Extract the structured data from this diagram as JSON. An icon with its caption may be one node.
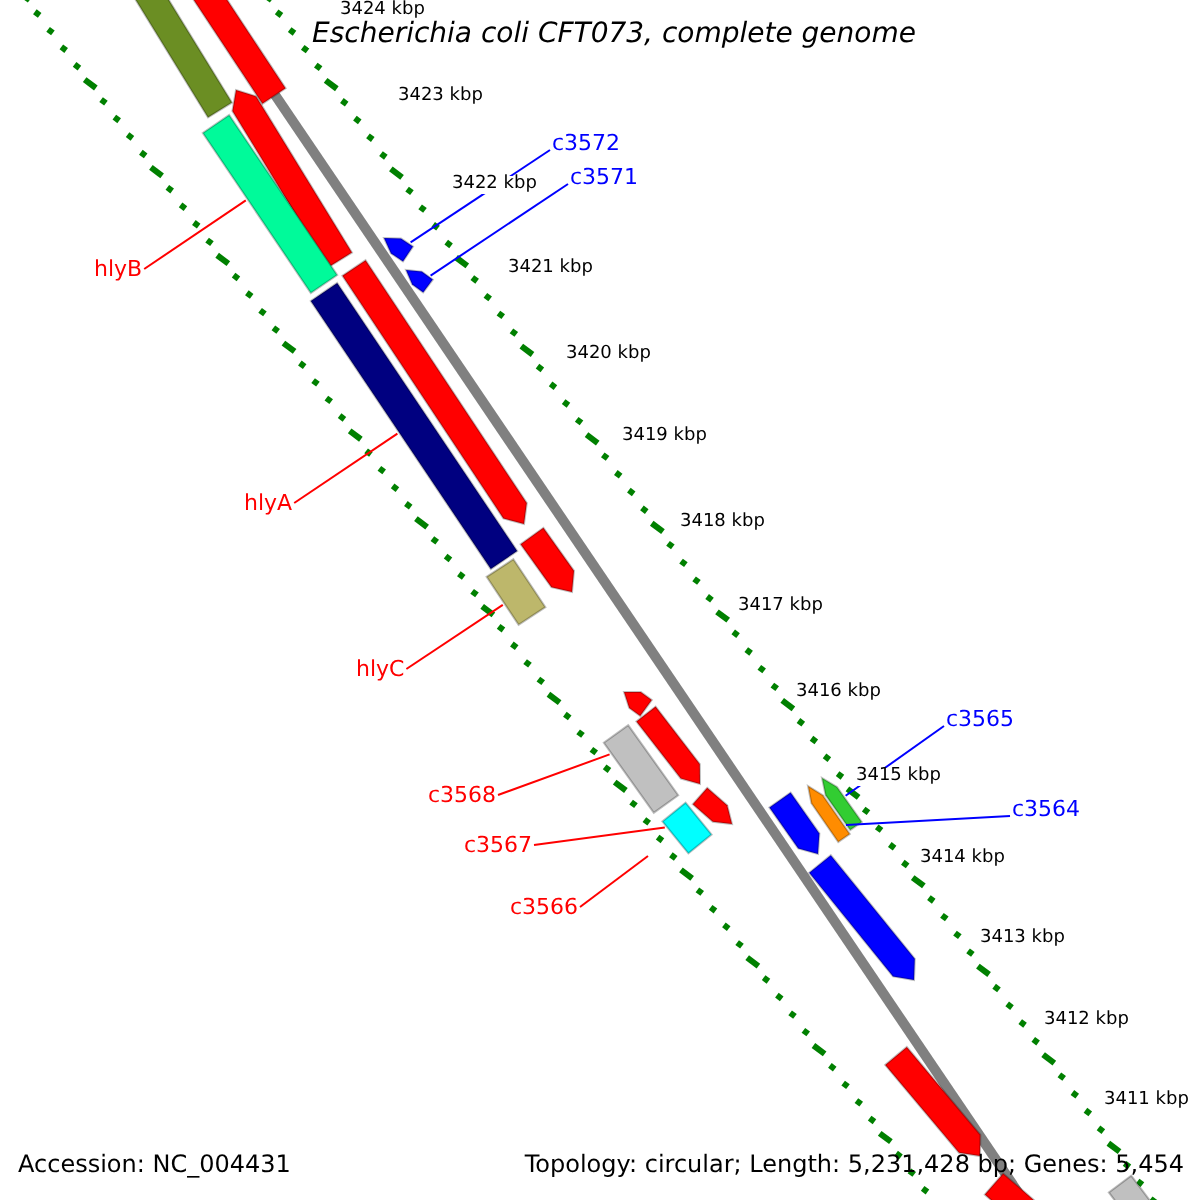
{
  "diagram": {
    "title": "Escherichia coli CFT073, complete genome",
    "nodes": [
      {
        "text": [
          "c3572"
        ]
      },
      {
        "text": [
          "c3571"
        ]
      },
      {
        "text": [
          "hlyB"
        ]
      },
      {
        "text": [
          "hlyA"
        ]
      },
      {
        "text": [
          "hlyC"
        ]
      },
      {
        "text": [
          "c3565"
        ]
      },
      {
        "text": [
          "c3568"
        ]
      },
      {
        "text": [
          "c3564"
        ]
      },
      {
        "text": [
          "c3567"
        ]
      },
      {
        "text": [
          "c3566"
        ]
      },
      {
        "text": [],
        "shape": "box"
      },
      {
        "text": [],
        "shape": "box"
      },
      {
        "text": [],
        "shape": "bar"
      },
      {
        "text": [],
        "shape": "box"
      },
      {
        "text": [],
        "shape": "bar"
      },
      {
        "text": [],
        "shape": "bar"
      },
      {
        "text": [],
        "shape": "bar"
      },
      {
        "text": [],
        "shape": "box"
      },
      {
        "text": [],
        "shape": "bar"
      },
      {
        "text": [],
        "shape": "box"
      },
      {
        "text": [],
        "shape": "bar"
      },
      {
        "text": [],
        "shape": "bar"
      },
      {
        "text": [],
        "shape": "box"
      },
      {
        "text": [],
        "shape": "bar"
      },
      {
        "text": [],
        "shape": "bar"
      },
      {
        "text": [],
        "shape": "bar"
      },
      {
        "text": [],
        "shape": "bar"
      },
      {
        "text": [],
        "shape": "box"
      },
      {
        "text": [],
        "shape": "bar"
      },
      {
        "text": [],
        "shape": "bar"
      },
      {
        "text": [],
        "shape": "box"
      },
      {
        "text": [],
        "shape": "box"
      }
    ],
    "edges": [
      {
        "from": 0,
        "to": 14,
        "arrow": "none",
        "color": "#0000ff"
      },
      {
        "from": 1,
        "to": 15,
        "arrow": "none",
        "color": "#0000ff"
      },
      {
        "from": 2,
        "to": 13,
        "arrow": "none"
      },
      {
        "from": 3,
        "to": 17,
        "arrow": "none"
      },
      {
        "from": 4,
        "to": 19,
        "arrow": "none"
      },
      {
        "from": 5,
        "to": 23,
        "arrow": "none",
        "color": "#0000ff"
      },
      {
        "from": 6,
        "to": 22,
        "arrow": "none"
      },
      {
        "from": 7,
        "to": 24,
        "arrow": "none",
        "color": "#0000ff"
      },
      {
        "from": 8,
        "to": 27,
        "arrow": "none"
      },
      {
        "from": 9,
        "to": null,
        "arrow": "none"
      }
    ],
    "labels": [
      "3424 kbp",
      "3423 kbp",
      "3422 kbp",
      "3421 kbp",
      "3420 kbp",
      "3419 kbp",
      "3418 kbp",
      "3417 kbp",
      "3416 kbp",
      "3415 kbp",
      "3414 kbp",
      "3413 kbp",
      "3412 kbp",
      "3411 kbp",
      "Accession: NC_004431",
      "Topology: circular; Length: 5,231,428 bp; Genes: 5,454"
    ]
  }
}
